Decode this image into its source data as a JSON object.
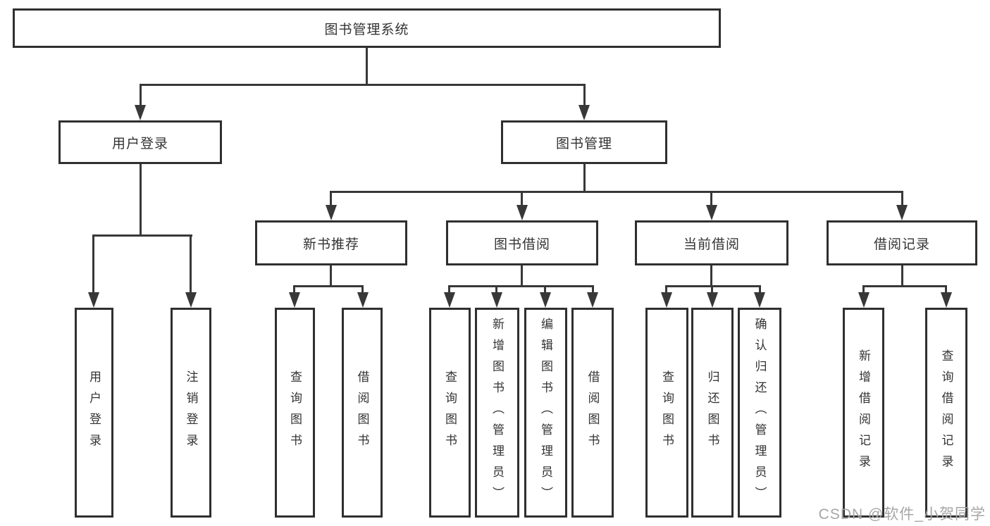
{
  "diagram": {
    "title": "图书管理系统",
    "type": "tree-structure-diagram",
    "colors": {
      "line": "#383838",
      "box_border": "#2f2f2f",
      "text": "#333333",
      "watermark": "#a6a6a6",
      "background": "#ffffff"
    }
  },
  "nodes": {
    "root": "图书管理系统",
    "user_login": "用户登录",
    "book_mgmt": "图书管理",
    "new_book_rec": "新书推荐",
    "book_borrow": "图书借阅",
    "current_borrow": "当前借阅",
    "borrow_records": "借阅记录",
    "leaf_user_login": "用户登录",
    "leaf_logout": "注销登录",
    "leaf_nb_query": "查询图书",
    "leaf_nb_borrow": "借阅图书",
    "leaf_bb_query": "查询图书",
    "leaf_bb_add": "新增图书（管理员）",
    "leaf_bb_edit": "编辑图书（管理员）",
    "leaf_bb_borrow": "借阅图书",
    "leaf_cb_query": "查询图书",
    "leaf_cb_return": "归还图书",
    "leaf_cb_confirm": "确认归还（管理员）",
    "leaf_br_add": "新增借阅记录",
    "leaf_br_query": "查询借阅记录"
  },
  "hierarchy": {
    "图书管理系统": {
      "用户登录": [
        "用户登录",
        "注销登录"
      ],
      "图书管理": {
        "新书推荐": [
          "查询图书",
          "借阅图书"
        ],
        "图书借阅": [
          "查询图书",
          "新增图书（管理员）",
          "编辑图书（管理员）",
          "借阅图书"
        ],
        "当前借阅": [
          "查询图书",
          "归还图书",
          "确认归还（管理员）"
        ],
        "借阅记录": [
          "新增借阅记录",
          "查询借阅记录"
        ]
      }
    }
  },
  "watermark": {
    "text": "CSDN @软件_小贺同学"
  }
}
